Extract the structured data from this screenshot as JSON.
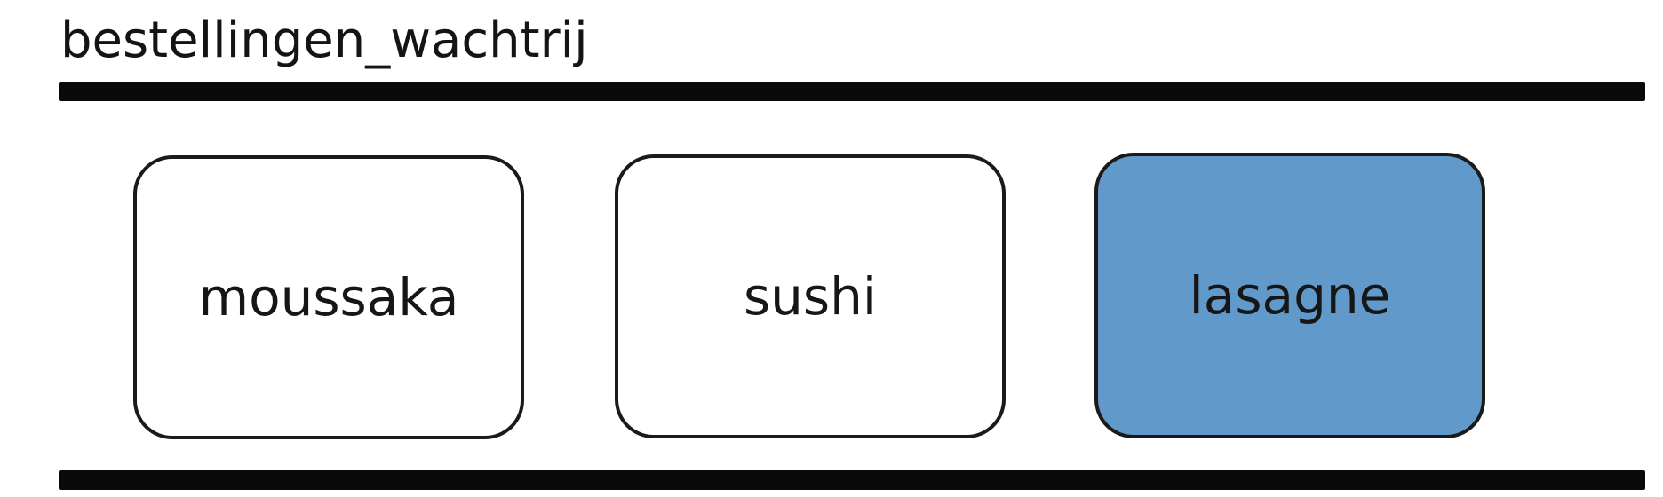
{
  "title": "bestellingen_wachtrij",
  "highlight_color": "#6199cb",
  "queue": {
    "items": [
      {
        "label": "moussaka",
        "highlighted": false
      },
      {
        "label": "sushi",
        "highlighted": false
      },
      {
        "label": "lasagne",
        "highlighted": true
      }
    ]
  }
}
